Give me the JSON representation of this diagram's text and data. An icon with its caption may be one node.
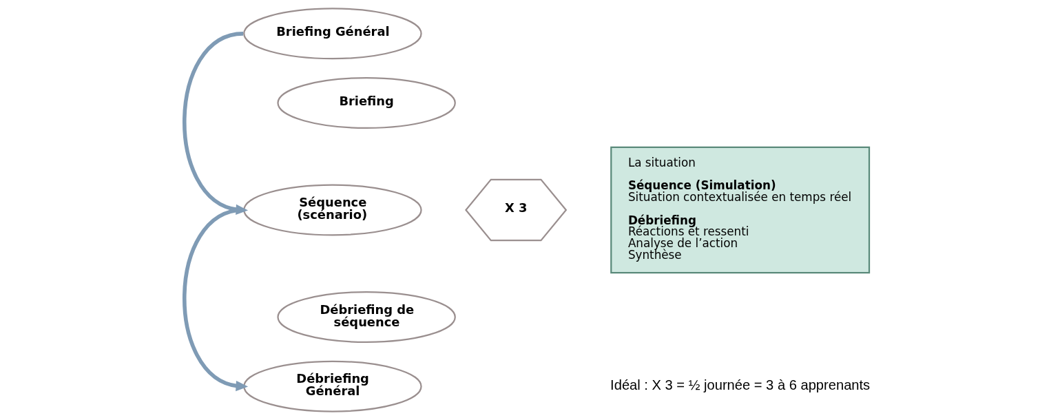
{
  "diagram": {
    "nodes": [
      {
        "text": [
          "Briefing Général"
        ]
      },
      {
        "text": [
          "Briefing"
        ]
      },
      {
        "text": [
          "Séquence (scénario)"
        ]
      },
      {
        "text": [
          "Débriefing de séquence"
        ]
      },
      {
        "text": [
          "Débriefing Général"
        ]
      },
      {
        "text": [
          "X 3"
        ]
      },
      {
        "text": [
          "La situation",
          "Séquence (Simulation)",
          "Situation contextualisée en temps réel",
          "Débriefing",
          "Réactions et ressenti",
          "Analyse de l’action",
          "Synthèse"
        ]
      }
    ],
    "edges": [
      {
        "from": 0,
        "to": 2,
        "arrow": "to"
      },
      {
        "from": 2,
        "to": 4,
        "arrow": "to"
      }
    ],
    "labels": [
      "Idéal : X 3 = ½ journée = 3 à 6 apprenants"
    ]
  }
}
